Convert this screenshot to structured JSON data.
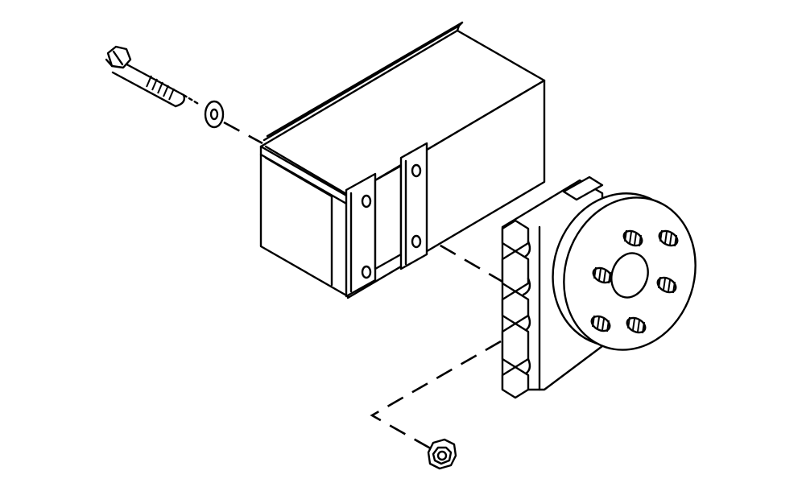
{
  "diagram": {
    "description_visible_text": "",
    "colors": {
      "line": "#000000",
      "background": "#ffffff"
    },
    "parts": [
      {
        "id": "bolt",
        "icon": "hex-bolt-icon"
      },
      {
        "id": "washer",
        "icon": "flat-washer-icon"
      },
      {
        "id": "module-box",
        "icon": "module-box-icon"
      },
      {
        "id": "mounting-bracket",
        "icon": "bracket-icon"
      },
      {
        "id": "wheel-hub",
        "icon": "hub-studs-icon"
      },
      {
        "id": "nut",
        "icon": "hex-nut-icon"
      }
    ]
  }
}
